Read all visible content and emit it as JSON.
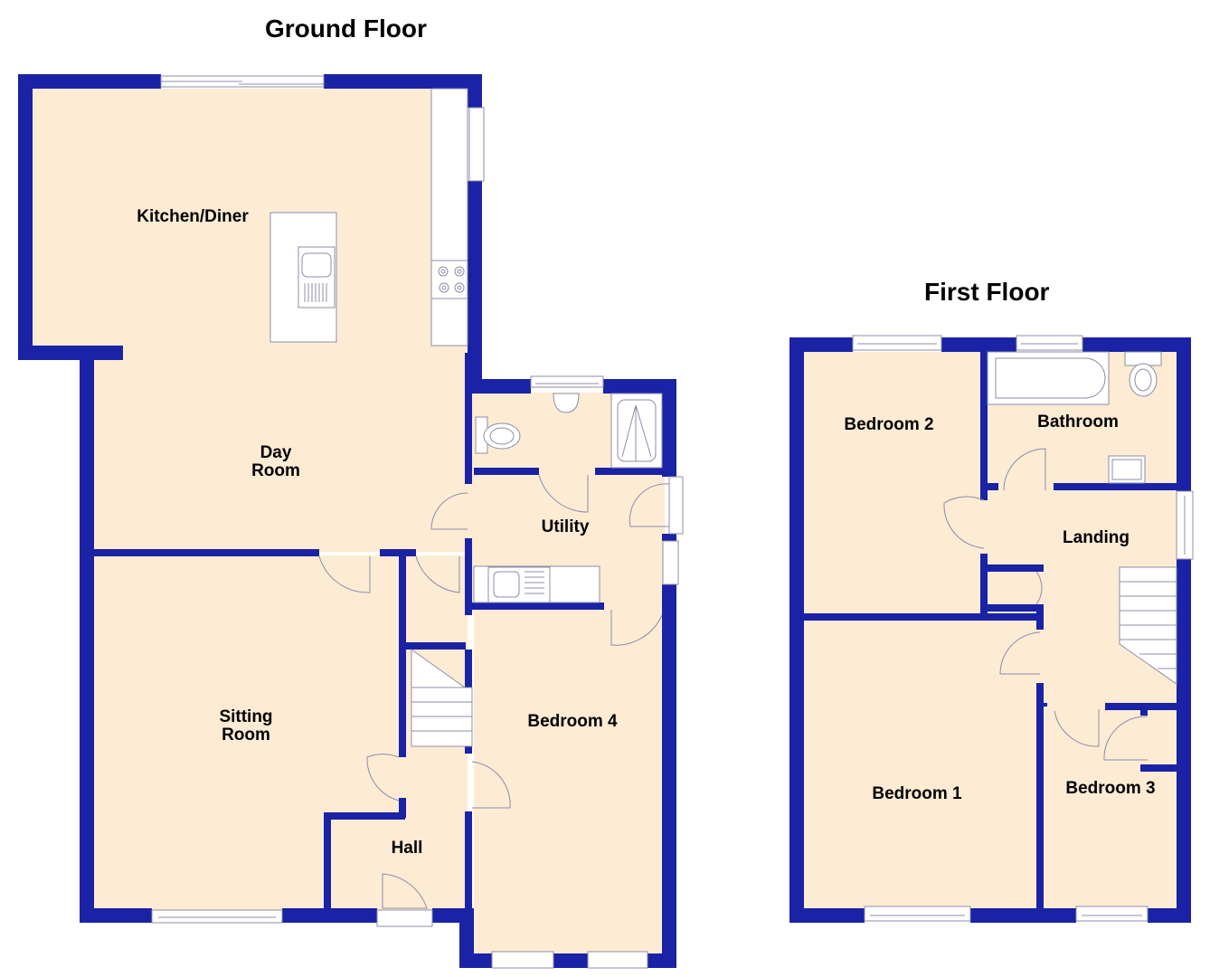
{
  "colors": {
    "wall": "#1a22a6",
    "floor": "#fdebd3",
    "fixture": "#ffffff",
    "outline": "#8c8ca8",
    "background": "#ffffff"
  },
  "ground_floor": {
    "title": "Ground Floor",
    "rooms": {
      "kitchen_diner": "Kitchen/Diner",
      "day_room_line1": "Day",
      "day_room_line2": "Room",
      "utility": "Utility",
      "sitting_room_line1": "Sitting",
      "sitting_room_line2": "Room",
      "bedroom_4": "Bedroom 4",
      "hall": "Hall"
    }
  },
  "first_floor": {
    "title": "First Floor",
    "rooms": {
      "bedroom_2": "Bedroom 2",
      "bathroom": "Bathroom",
      "landing": "Landing",
      "bedroom_1": "Bedroom 1",
      "bedroom_3": "Bedroom 3"
    }
  }
}
